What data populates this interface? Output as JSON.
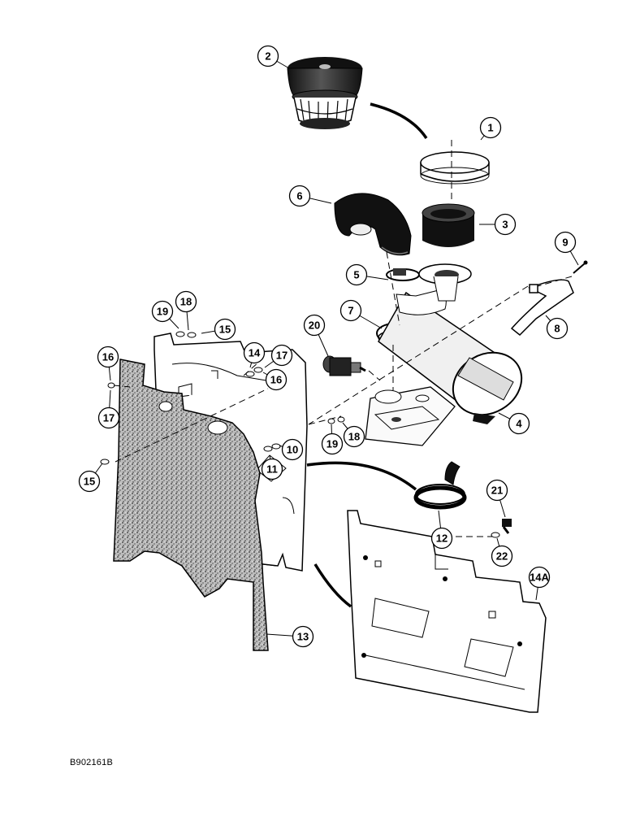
{
  "document_code": "B902161B",
  "callouts": {
    "c1": "1",
    "c2": "2",
    "c3": "3",
    "c4": "4",
    "c5": "5",
    "c6": "6",
    "c7": "7",
    "c8": "8",
    "c9": "9",
    "c10": "10",
    "c11": "11",
    "c12": "12",
    "c13": "13",
    "c14": "14",
    "c14a": "14A",
    "c15a": "15",
    "c15b": "15",
    "c16a": "16",
    "c16b": "16",
    "c17a": "17",
    "c17b": "17",
    "c18a": "18",
    "c18b": "18",
    "c19a": "19",
    "c19b": "19",
    "c20": "20",
    "c21": "21",
    "c22": "22"
  }
}
